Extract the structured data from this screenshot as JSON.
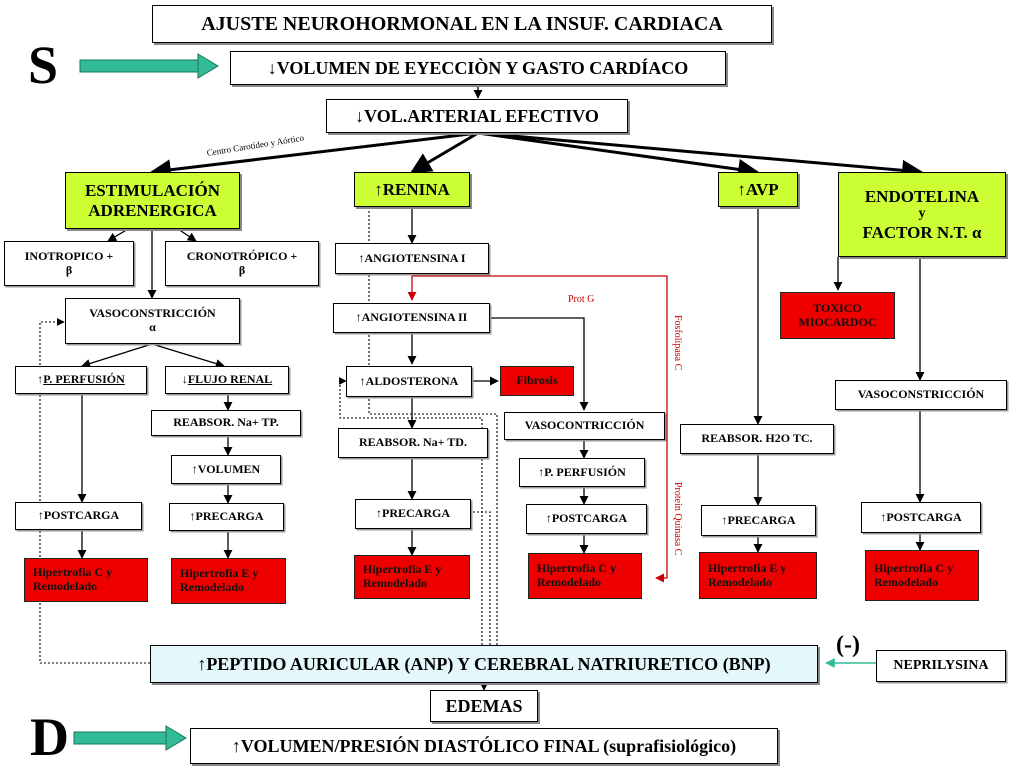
{
  "title": "AJUSTE NEUROHORMONAL EN LA INSUF. CARDIACA",
  "side_labels": {
    "systolic": "S",
    "diastolic": "D"
  },
  "arrows": {
    "down": "↓",
    "up": "↑"
  },
  "top": {
    "volumen_eyeccion": "VOLUMEN DE EYECCIÒN Y GASTO CARDÍACO",
    "vol_arterial": "VOL.ARTERIAL EFECTIVO",
    "centro_label": "Centro Carotídeo y Aórtico"
  },
  "adrenergic": {
    "title_line1": "ESTIMULACIÓN",
    "title_line2": "ADRENERGICA",
    "inotropico": "INOTROPICO +",
    "inotropico_sym": "β",
    "cronotropico": "CRONOTRÓPICO +",
    "cronotropico_sym": "β",
    "vasoconstriccion": "VASOCONSTRICCIÓN",
    "vasoconstriccion_sym": "α",
    "perfusion": "P. PERFUSIÓN",
    "flujo_renal": "FLUJO RENAL",
    "reabsor": "REABSOR. Na+ TP.",
    "volumen": "VOLUMEN",
    "postcarga": "POSTCARGA",
    "precarga": "PRECARGA",
    "hipertrofia_c": "Hipertrofia C y Remodelado",
    "hipertrofia_e": "Hipertrofia E y Remodelado"
  },
  "renin": {
    "renina": "RENINA",
    "angiotensina_1": "ANGIOTENSINA I",
    "angiotensina_2": "ANGIOTENSINA II",
    "aldosterona": "ALDOSTERONA",
    "fibrosis": "Fibrosis",
    "reabsor": "REABSOR. Na+ TD.",
    "precarga": "PRECARGA",
    "hipertrofia_e": "Hipertrofia E y Remodelado",
    "vasoconstriccion": "VASOCONTRICCIÓN",
    "perfusion": "P. PERFUSIÓN",
    "postcarga": "POSTCARGA",
    "hipertrofia_c": "Hipertrofia C y Remodelado",
    "prot_g": "Prot G",
    "fosfolipasa": "Fosfolipasa C",
    "proteinquinasa": "Protein Quinasa C"
  },
  "avp": {
    "avp": "AVP",
    "reabsor": "REABSOR. H2O TC.",
    "precarga": "PRECARGA",
    "hipertrofia_e": "Hipertrofia E y Remodelado"
  },
  "endothelin": {
    "line1": "ENDOTELINA",
    "line2": "y",
    "line3": "FACTOR N.T. α",
    "toxico": "TOXICO MIOCARDOC",
    "vasoconstriccion": "VASOCONSTRICCIÓN",
    "postcarga": "POSTCARGA",
    "hipertrofia_c": "Hipertrofia C y Remodelado"
  },
  "bottom": {
    "peptido": "PEPTIDO AURICULAR (ANP) Y CEREBRAL NATRIURETICO (BNP)",
    "inhibition": "(-)",
    "neprilysina": "NEPRILYSINA",
    "edemas": "EDEMAS",
    "volumen_final": "VOLUMEN/PRESIÓN DIASTÓLICO FINAL (suprafisiológico)"
  },
  "colors": {
    "green": "#ccff33",
    "red": "#ee0000",
    "cyan": "#e4f7fb",
    "teal_arrow": "#33bb99",
    "red_line": "#cc0000"
  }
}
